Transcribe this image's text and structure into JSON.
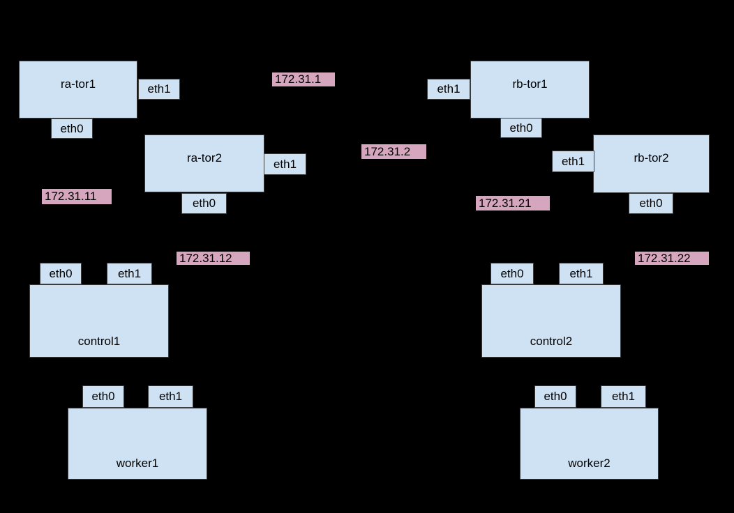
{
  "palette": {
    "background": "#000000",
    "node_fill": "#cfe2f3",
    "node_border": "#3d3d3d",
    "ip_fill": "#d5a6bd",
    "text": "#000000"
  },
  "nodes": [
    {
      "id": "ra-tor1",
      "label": "ra-tor1",
      "interfaces": [
        {
          "name": "eth0"
        },
        {
          "name": "eth1"
        }
      ]
    },
    {
      "id": "ra-tor2",
      "label": "ra-tor2",
      "interfaces": [
        {
          "name": "eth0"
        },
        {
          "name": "eth1"
        }
      ]
    },
    {
      "id": "rb-tor1",
      "label": "rb-tor1",
      "interfaces": [
        {
          "name": "eth0"
        },
        {
          "name": "eth1"
        }
      ]
    },
    {
      "id": "rb-tor2",
      "label": "rb-tor2",
      "interfaces": [
        {
          "name": "eth0"
        },
        {
          "name": "eth1"
        }
      ]
    },
    {
      "id": "control1",
      "label": "control1",
      "interfaces": [
        {
          "name": "eth0"
        },
        {
          "name": "eth1"
        }
      ]
    },
    {
      "id": "control2",
      "label": "control2",
      "interfaces": [
        {
          "name": "eth0"
        },
        {
          "name": "eth1"
        }
      ]
    },
    {
      "id": "worker1",
      "label": "worker1",
      "interfaces": [
        {
          "name": "eth0"
        },
        {
          "name": "eth1"
        }
      ]
    },
    {
      "id": "worker2",
      "label": "worker2",
      "interfaces": [
        {
          "name": "eth0"
        },
        {
          "name": "eth1"
        }
      ]
    }
  ],
  "ip_labels": [
    {
      "text": "172.31.1"
    },
    {
      "text": "172.31.2"
    },
    {
      "text": "172.31.11"
    },
    {
      "text": "172.31.12"
    },
    {
      "text": "172.31.21"
    },
    {
      "text": "172.31.22"
    }
  ]
}
